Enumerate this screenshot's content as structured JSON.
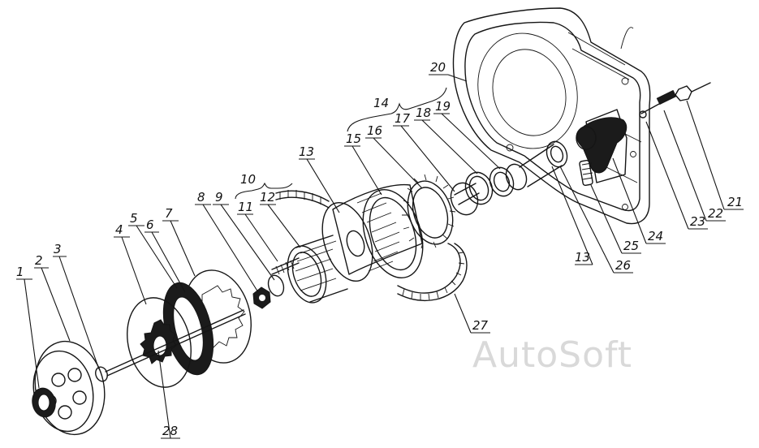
{
  "labels": [
    {
      "id": "1",
      "text": "1"
    },
    {
      "id": "2",
      "text": "2"
    },
    {
      "id": "3",
      "text": "3"
    },
    {
      "id": "4",
      "text": "4"
    },
    {
      "id": "5",
      "text": "5"
    },
    {
      "id": "6",
      "text": "6"
    },
    {
      "id": "7",
      "text": "7"
    },
    {
      "id": "8",
      "text": "8"
    },
    {
      "id": "9",
      "text": "9"
    },
    {
      "id": "10",
      "text": "10"
    },
    {
      "id": "11",
      "text": "11"
    },
    {
      "id": "12",
      "text": "12"
    },
    {
      "id": "13a",
      "text": "13"
    },
    {
      "id": "13b",
      "text": "13"
    },
    {
      "id": "14",
      "text": "14"
    },
    {
      "id": "15",
      "text": "15"
    },
    {
      "id": "16",
      "text": "16"
    },
    {
      "id": "17",
      "text": "17"
    },
    {
      "id": "18",
      "text": "18"
    },
    {
      "id": "19",
      "text": "19"
    },
    {
      "id": "20",
      "text": "20"
    },
    {
      "id": "21",
      "text": "21"
    },
    {
      "id": "22",
      "text": "22"
    },
    {
      "id": "23",
      "text": "23"
    },
    {
      "id": "24",
      "text": "24"
    },
    {
      "id": "25",
      "text": "25"
    },
    {
      "id": "26",
      "text": "26"
    },
    {
      "id": "27",
      "text": "27"
    },
    {
      "id": "28",
      "text": "28"
    }
  ],
  "watermark": "AutoSoft",
  "colors": {
    "ink": "#151515",
    "paper": "#ffffff",
    "watermark": "#d9d9d9"
  }
}
